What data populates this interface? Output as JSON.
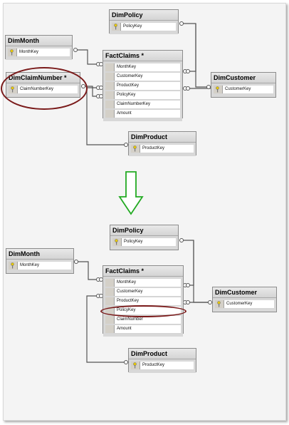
{
  "top": {
    "tables": {
      "policy": {
        "title": "DimPolicy",
        "rows": [
          "PolicyKey"
        ]
      },
      "month": {
        "title": "DimMonth",
        "rows": [
          "MonthKey"
        ]
      },
      "claimnum": {
        "title": "DimClaimNumber *",
        "rows": [
          "ClaimNumberKey"
        ]
      },
      "fact": {
        "title": "FactClaims *",
        "rows": [
          "MonthKey",
          "CustomerKey",
          "ProductKey",
          "PolicyKey",
          "ClaimNumberKey",
          "Amount"
        ]
      },
      "customer": {
        "title": "DimCustomer",
        "rows": [
          "CustomerKey"
        ]
      },
      "product": {
        "title": "DimProduct",
        "rows": [
          "ProductKey"
        ]
      }
    }
  },
  "bottom": {
    "tables": {
      "policy": {
        "title": "DimPolicy",
        "rows": [
          "PolicyKey"
        ]
      },
      "month": {
        "title": "DimMonth",
        "rows": [
          "MonthKey"
        ]
      },
      "fact": {
        "title": "FactClaims *",
        "rows": [
          "MonthKey",
          "CustomerKey",
          "ProductKey",
          "PolicyKey",
          "ClaimNumber",
          "Amount"
        ]
      },
      "customer": {
        "title": "DimCustomer",
        "rows": [
          "CustomerKey"
        ]
      },
      "product": {
        "title": "DimProduct",
        "rows": [
          "ProductKey"
        ]
      }
    }
  },
  "colors": {
    "highlight": "#7a1a1a",
    "arrow": "#22aa22",
    "wire": "#555555",
    "key_icon": "#e8c800"
  },
  "icons": {
    "primary_key": "key-icon",
    "transform_arrow": "arrow-down-icon"
  }
}
